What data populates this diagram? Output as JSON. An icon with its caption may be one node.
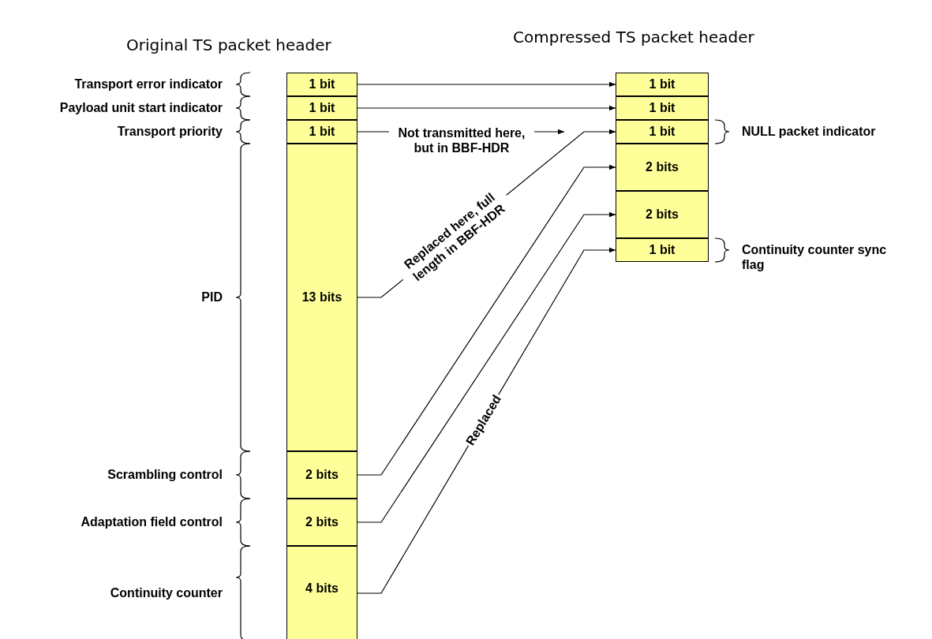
{
  "diagram": {
    "nodes": [
      {
        "text": [
          "1 bit"
        ]
      },
      {
        "text": [
          "1 bit"
        ]
      },
      {
        "text": [
          "1 bit"
        ]
      },
      {
        "text": [
          "13 bits"
        ]
      },
      {
        "text": [
          "2 bits"
        ]
      },
      {
        "text": [
          "2 bits"
        ]
      },
      {
        "text": [
          "4 bits"
        ]
      },
      {
        "text": [
          "1 bit"
        ]
      },
      {
        "text": [
          "1 bit"
        ]
      },
      {
        "text": [
          "1 bit"
        ],
        "beside": [
          "NULL packet indicator"
        ]
      },
      {
        "text": [
          "2 bits"
        ]
      },
      {
        "text": [
          "2 bits"
        ]
      },
      {
        "text": [
          "1 bit"
        ],
        "beside": [
          "Continuity counter sync flag"
        ]
      }
    ],
    "edges": [
      {
        "from": 0,
        "to": 7,
        "arrow": "to"
      },
      {
        "from": 1,
        "to": 8,
        "arrow": "to"
      },
      {
        "from": 2,
        "to": null,
        "arrow": "to",
        "label": "Not transmitted here, but in BBF-HDR"
      },
      {
        "from": 3,
        "to": 9,
        "arrow": "to",
        "label": "Replaced here, full length in BBF-HDR"
      },
      {
        "from": 4,
        "to": 10,
        "arrow": "to"
      },
      {
        "from": 5,
        "to": 11,
        "arrow": "to"
      },
      {
        "from": 6,
        "to": 12,
        "arrow": "to",
        "label": "Replaced"
      }
    ],
    "labels": [
      "Original TS packet header",
      "Compressed TS packet header",
      "Transport error indicator",
      "Payload unit start indicator",
      "Transport priority",
      "PID",
      "Scrambling control",
      "Adaptation field control",
      "Continuity counter"
    ]
  }
}
